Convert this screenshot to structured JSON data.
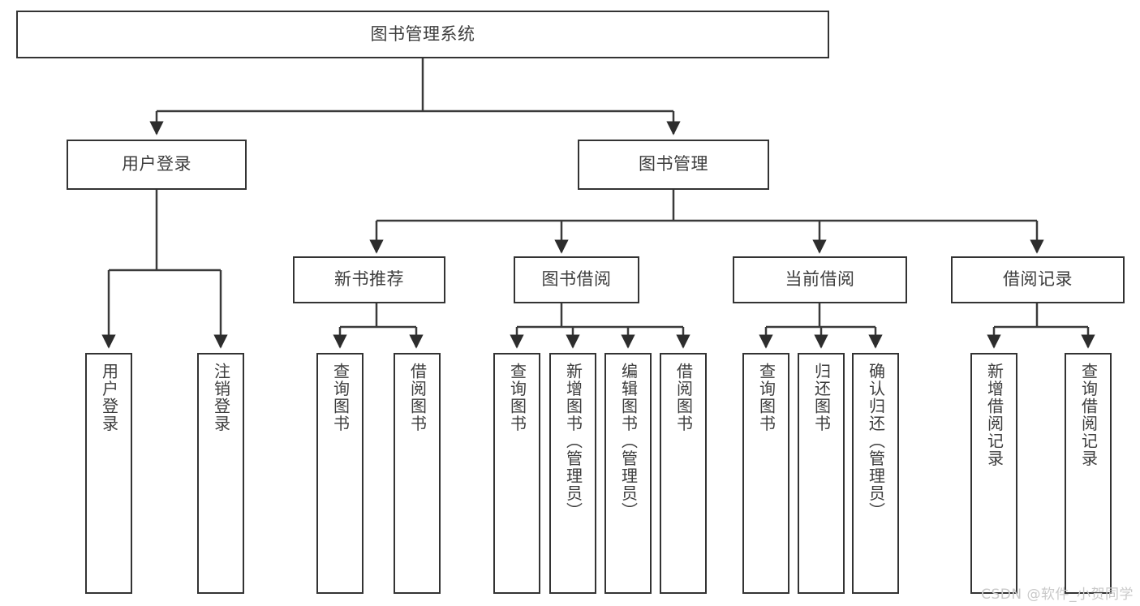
{
  "diagram": {
    "title": "图书管理系统",
    "type": "tree-hierarchy-diagram",
    "root": {
      "label": "图书管理系统"
    },
    "level1": [
      {
        "label": "用户登录"
      },
      {
        "label": "图书管理"
      }
    ],
    "level2": [
      {
        "label": "新书推荐"
      },
      {
        "label": "图书借阅"
      },
      {
        "label": "当前借阅"
      },
      {
        "label": "借阅记录"
      }
    ],
    "leaves": {
      "user_login": [
        {
          "label": "用户登录"
        },
        {
          "label": "注销登录"
        }
      ],
      "new_book_recommend": [
        {
          "label": "查询图书"
        },
        {
          "label": "借阅图书"
        }
      ],
      "book_borrow": [
        {
          "label": "查询图书"
        },
        {
          "label": "新增图书（管理员）"
        },
        {
          "label": "编辑图书（管理员）"
        },
        {
          "label": "借阅图书"
        }
      ],
      "current_borrow": [
        {
          "label": "查询图书"
        },
        {
          "label": "归还图书"
        },
        {
          "label": "确认归还（管理员）"
        }
      ],
      "borrow_record": [
        {
          "label": "新增借阅记录"
        },
        {
          "label": "查询借阅记录"
        }
      ]
    }
  },
  "watermark": {
    "text": "CSDN @软件_小贺同学"
  },
  "colors": {
    "border": "#333333",
    "text": "#3d3d3d",
    "background": "#ffffff",
    "watermark": "#c9c9c9"
  }
}
